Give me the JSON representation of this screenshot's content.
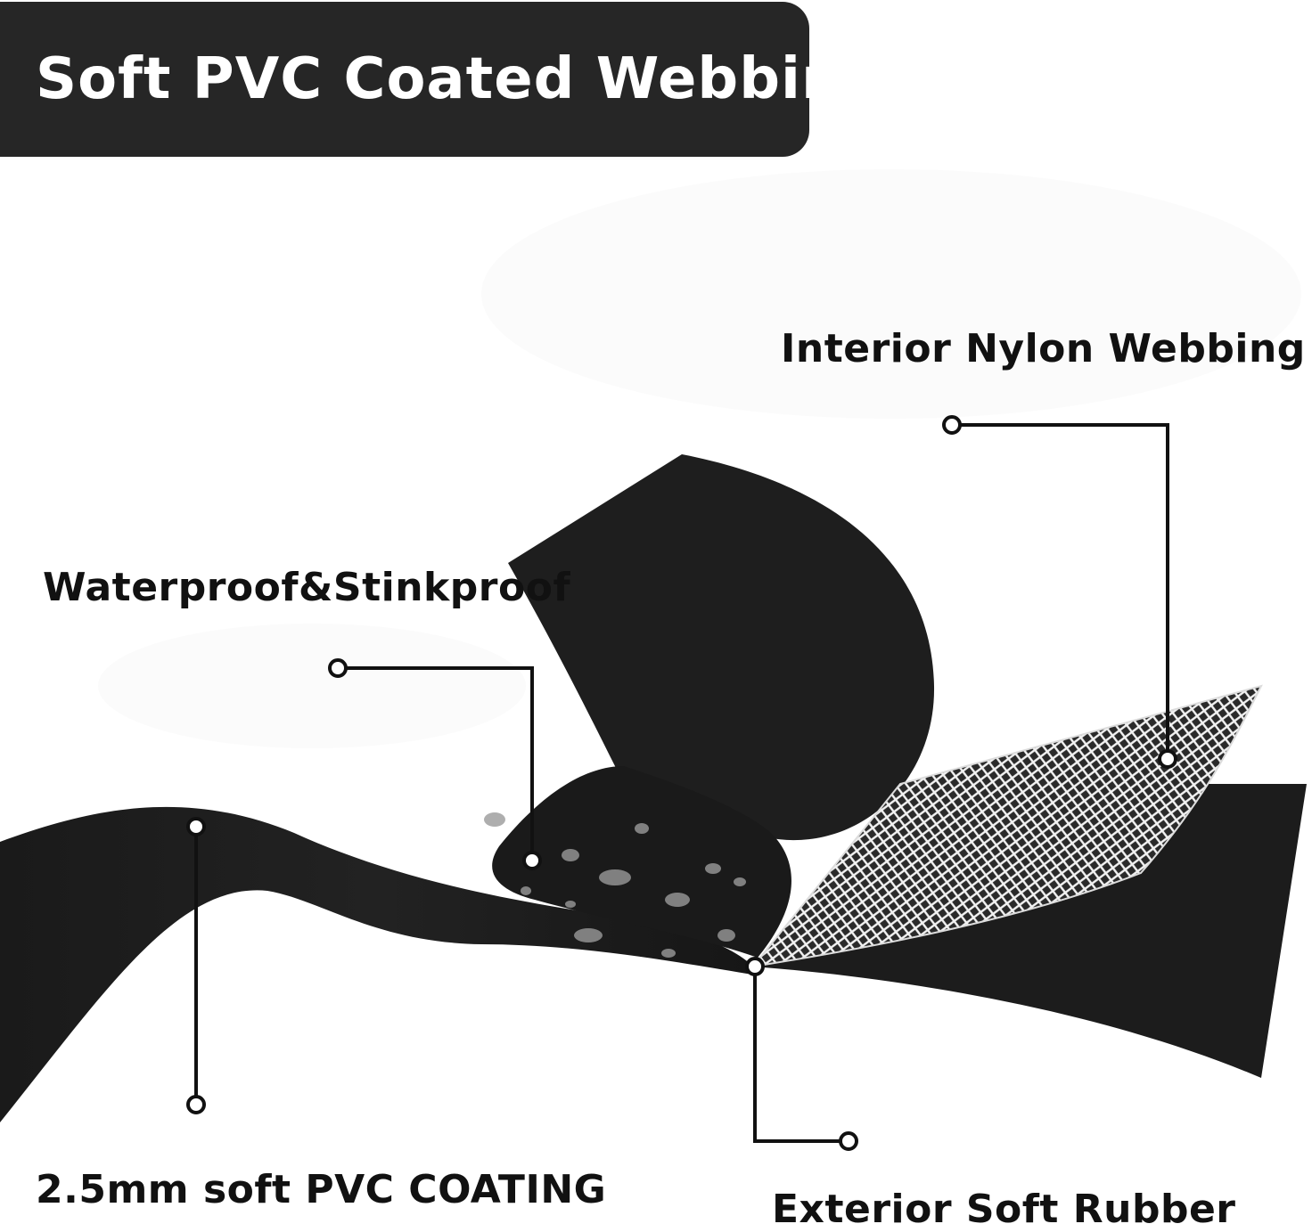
{
  "header": {
    "title": "Soft PVC Coated Webbing"
  },
  "callouts": {
    "interior_nylon": "Interior Nylon Webbing",
    "waterproof": "Waterproof&Stinkproof",
    "pvc_coating": "2.5mm soft PVC COATING",
    "exterior_rubber": "Exterior Soft Rubber"
  },
  "colors": {
    "banner": "#262626",
    "strap": "#1c1c1c",
    "mesh": "#e8e8e8",
    "text": "#111111"
  }
}
